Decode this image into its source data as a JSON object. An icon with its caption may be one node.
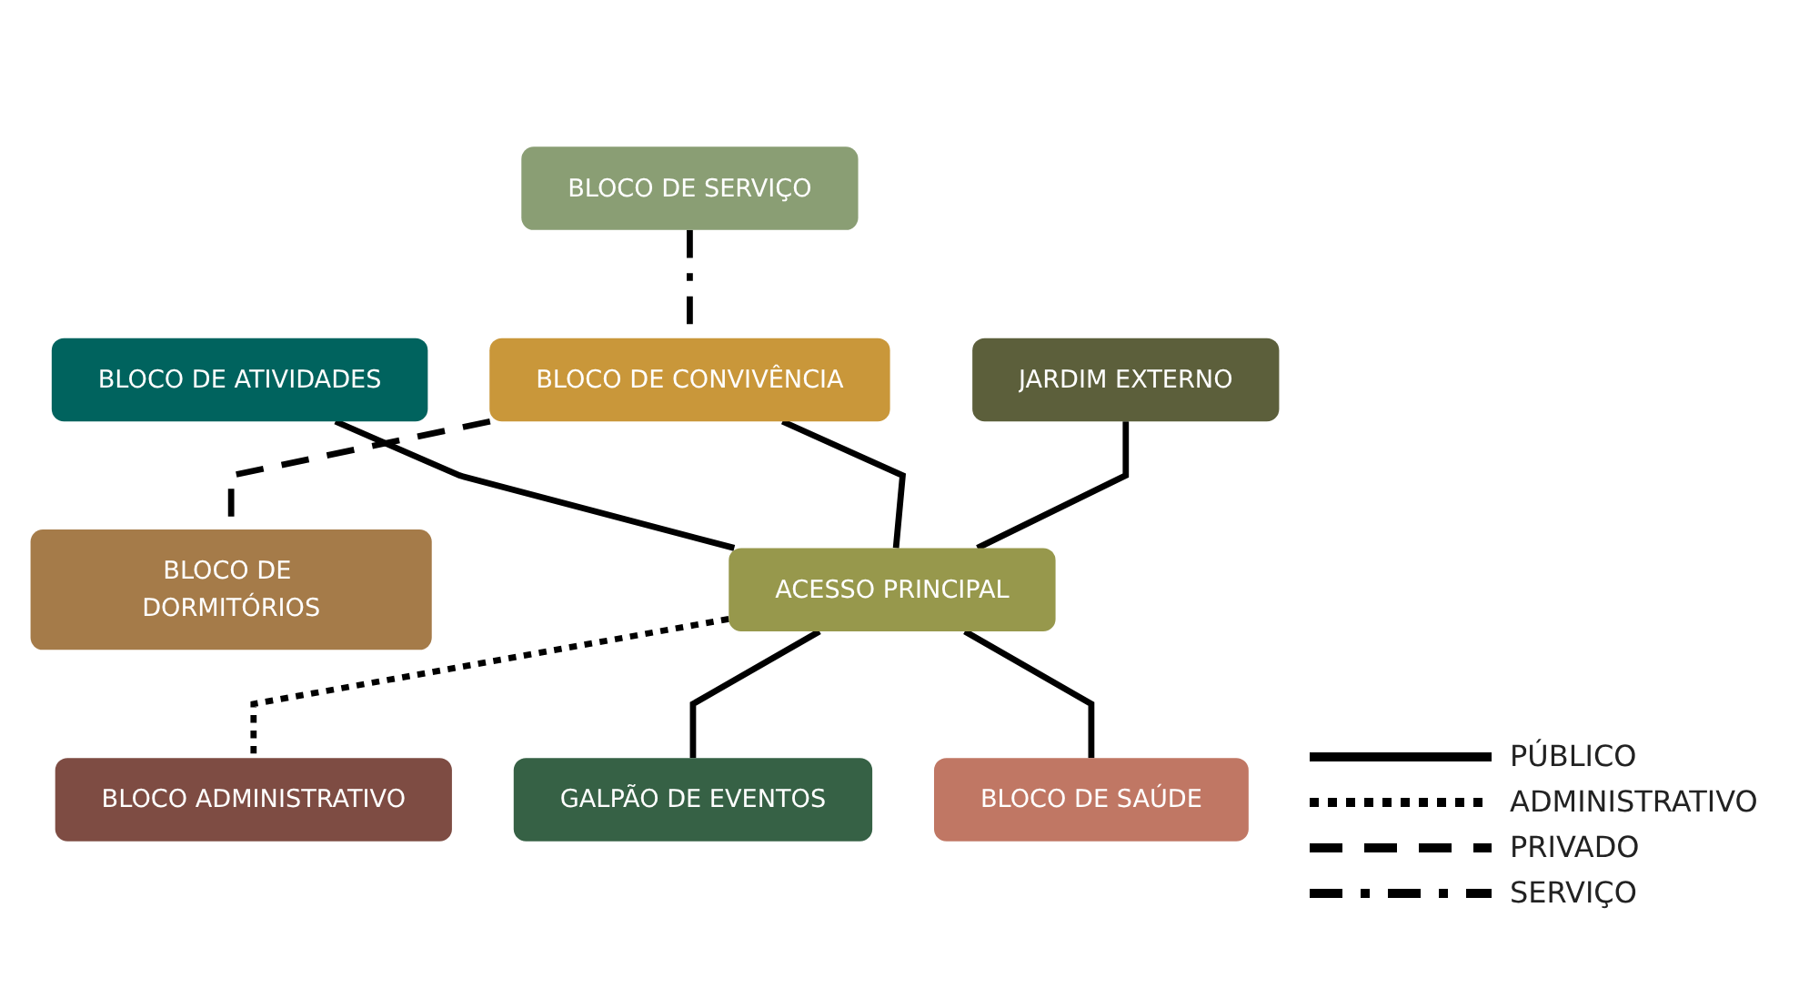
{
  "diagram": {
    "nodes": [
      {
        "text": [
          "BLOCO DE SERVIÇO"
        ]
      },
      {
        "text": [
          "BLOCO DE ATIVIDADES"
        ]
      },
      {
        "text": [
          "BLOCO DE CONVIVÊNCIA"
        ]
      },
      {
        "text": [
          "BLOCO DE DORMITÓRIOS"
        ]
      },
      {
        "text": [
          "JARDIM EXTERNO"
        ]
      },
      {
        "text": [
          "ACESSO PRINCIPAL"
        ]
      },
      {
        "text": [
          "BLOCO ADMINISTRATIVO"
        ]
      },
      {
        "text": [
          "GALPÃO DE EVENTOS"
        ]
      },
      {
        "text": [
          "BLOCO DE SAÚDE"
        ]
      }
    ],
    "edges": [
      {
        "from": 0,
        "to": 2,
        "arrow": "none",
        "style": "dashed"
      },
      {
        "from": 2,
        "to": 3,
        "arrow": "none",
        "style": "dashed"
      },
      {
        "from": 1,
        "to": 5,
        "arrow": "none"
      },
      {
        "from": 2,
        "to": 5,
        "arrow": "none"
      },
      {
        "from": 4,
        "to": 5,
        "arrow": "none"
      },
      {
        "from": 5,
        "to": 6,
        "arrow": "none",
        "style": "dashed"
      },
      {
        "from": 5,
        "to": 7,
        "arrow": "none"
      },
      {
        "from": 5,
        "to": 8,
        "arrow": "none"
      }
    ],
    "legend": [
      {
        "text": "PÚBLICO"
      },
      {
        "text": "ADMINISTRATIVO"
      },
      {
        "text": "PRIVADO"
      },
      {
        "text": "SERVIÇO"
      }
    ]
  }
}
